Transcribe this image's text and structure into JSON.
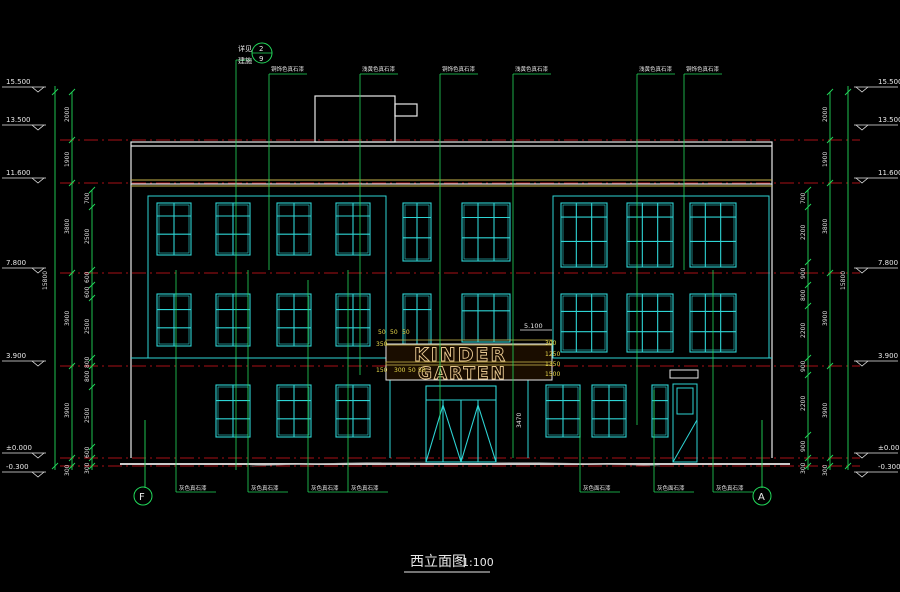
{
  "title": "西立面图",
  "scale": "1:100",
  "detail_callout": {
    "label_top": "详见",
    "label_bottom": "建施",
    "num": "2",
    "sheet": "9"
  },
  "sign": {
    "line1": "KINDER",
    "line2": "GARTEN"
  },
  "grid_left": "F",
  "grid_right": "A",
  "levels_left": [
    "15.500",
    "13.500",
    "11.600",
    "7.800",
    "3.900",
    "±0.000",
    "-0.300"
  ],
  "levels_right": [
    "15.500",
    "13.500",
    "11.600",
    "7.800",
    "3.900",
    "±0.000",
    "-0.300"
  ],
  "dims_outer_left": [
    "2000",
    "1900",
    "3800",
    "3900",
    "3900",
    "300"
  ],
  "dims_inner_left": [
    "700",
    "2500",
    "600",
    "600",
    "2500",
    "800",
    "800",
    "2500",
    "600",
    "300"
  ],
  "dims_outer_right": [
    "2000",
    "1900",
    "3800",
    "3900",
    "3900",
    "300"
  ],
  "dims_inner_right": [
    "700",
    "2200",
    "900",
    "800",
    "2200",
    "900",
    "2200",
    "900",
    "300"
  ],
  "total_left": "15800",
  "total_right": "15800",
  "canopy_level": "5.100",
  "canopy_dims": [
    "50",
    "50",
    "50",
    "350",
    "300",
    "50",
    "50",
    "150",
    "300",
    "1250",
    "1350",
    "1500"
  ],
  "door_dim": "3470",
  "material_top": [
    "铜饰色真石漆",
    "浅黄色真石漆",
    "铜饰色真石漆",
    "浅黄色真石漆",
    "浅黄色真石漆",
    "铜饰色真石漆"
  ],
  "material_bottom": [
    "灰色真石漆",
    "灰色真石漆",
    "灰色真石漆",
    "灰色真石漆",
    "灰色面石漆",
    "灰色面石漆",
    "灰色真石漆"
  ]
}
